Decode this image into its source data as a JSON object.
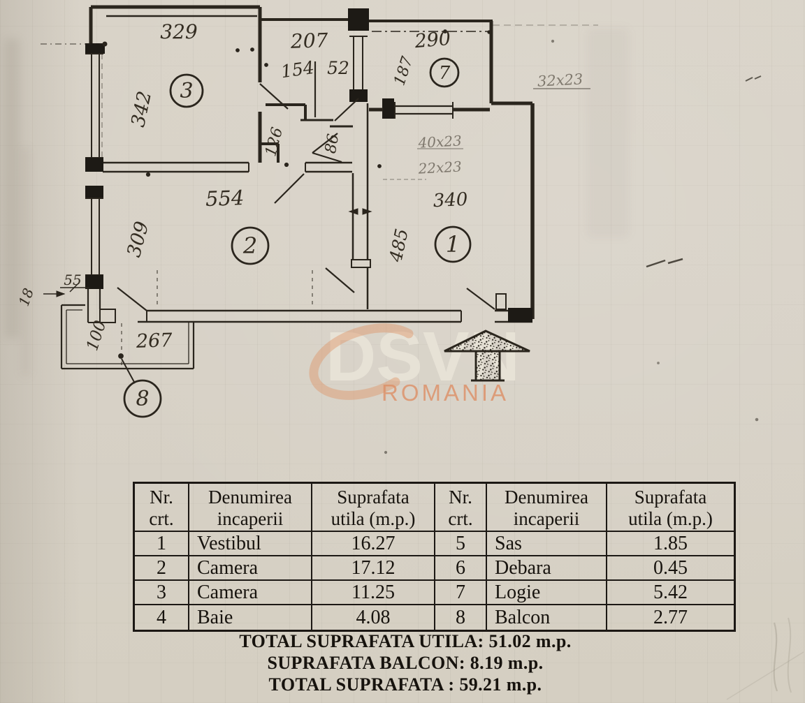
{
  "document": {
    "totals": {
      "line1": "TOTAL SUPRAFATA UTILA: 51.02 m.p.",
      "line2": "SUPRAFATA BALCON: 8.19 m.p.",
      "line3": "TOTAL SUPRAFATA : 59.21 m.p."
    }
  },
  "watermark": {
    "brand": "DSVN",
    "country": "ROMANIA",
    "accent_color": "#dd9469"
  },
  "floor_plan": {
    "rooms": {
      "n1": "1",
      "n2": "2",
      "n3": "3",
      "n7": "7",
      "n8": "8"
    },
    "dims": {
      "d329": "329",
      "d342": "342",
      "d207": "207",
      "d154": "154",
      "d52": "52",
      "d290": "290",
      "d187": "187",
      "d554": "554",
      "d309": "309",
      "d340": "340",
      "d485": "485",
      "d55": "55",
      "d18": "18",
      "d267": "267",
      "d100": "100",
      "d126": "126",
      "d86": "86"
    },
    "notes": {
      "a32": "32x23",
      "a40": "40x23",
      "a22": "22x23"
    }
  },
  "table": {
    "header": {
      "nr1": "Nr.",
      "nr2": "crt.",
      "name1": "Denumirea",
      "name2": "incaperii",
      "area1": "Suprafata",
      "area2": "utila (m.p.)"
    },
    "left_rows": [
      {
        "nr": "1",
        "name": "Vestibul",
        "area": "16.27"
      },
      {
        "nr": "2",
        "name": "Camera",
        "area": "17.12"
      },
      {
        "nr": "3",
        "name": "Camera",
        "area": "11.25"
      },
      {
        "nr": "4",
        "name": "Baie",
        "area": "4.08"
      }
    ],
    "right_rows": [
      {
        "nr": "5",
        "name": "Sas",
        "area": "1.85"
      },
      {
        "nr": "6",
        "name": "Debara",
        "area": "0.45"
      },
      {
        "nr": "7",
        "name": "Logie",
        "area": "5.42"
      },
      {
        "nr": "8",
        "name": "Balcon",
        "area": "2.77"
      }
    ]
  }
}
